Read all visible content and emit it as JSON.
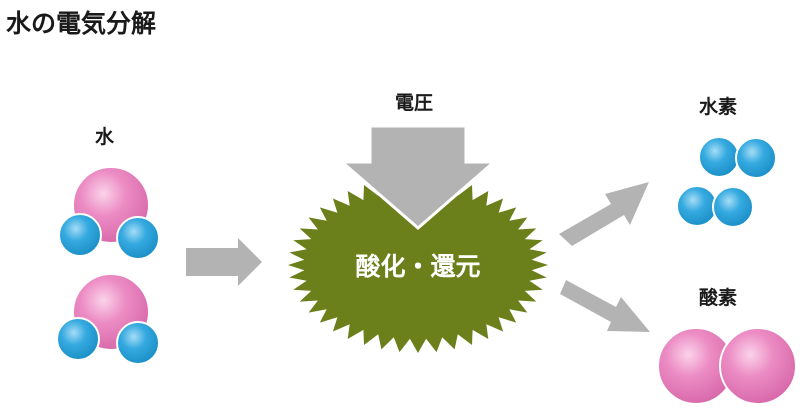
{
  "title": "水の電気分解",
  "labels": {
    "water": "水",
    "voltage": "電圧",
    "reaction": "酸化・還元",
    "hydrogen": "水素",
    "oxygen": "酸素"
  },
  "colors": {
    "oxygen_atom": "#e984bf",
    "hydrogen_atom": "#2ea6dc",
    "reaction_burst": "#6b7f1a",
    "arrow": "#b3b3b3"
  },
  "icons": [
    "water-molecule-icon",
    "hydrogen-molecule-icon",
    "oxygen-molecule-icon",
    "arrow-icon",
    "burst-icon"
  ]
}
